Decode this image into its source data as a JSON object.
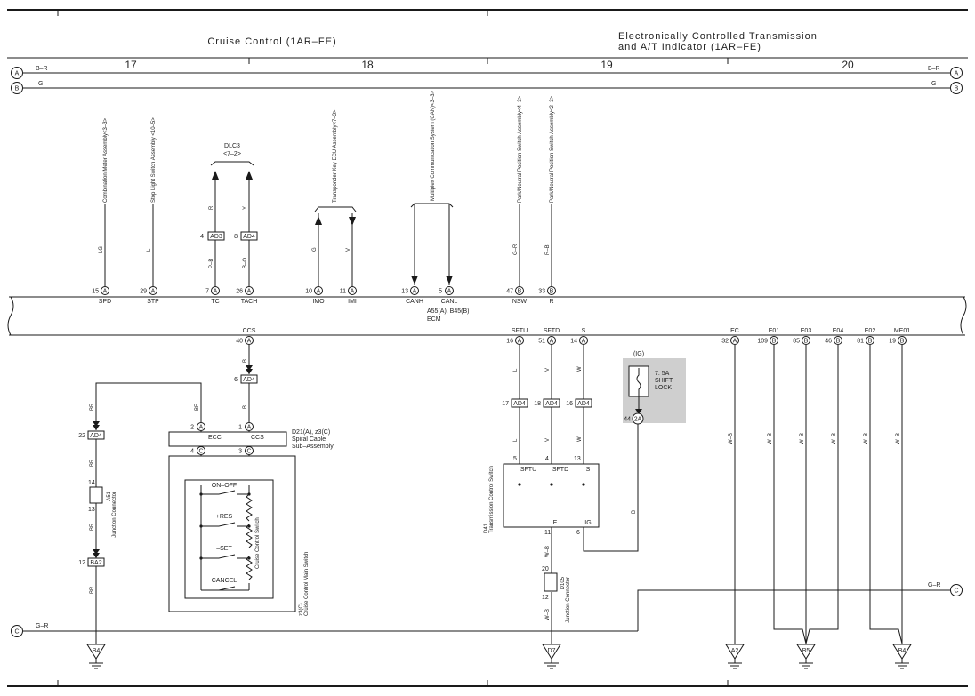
{
  "headers": {
    "left": "Cruise Control (1AR–FE)",
    "right_line1": "Electronically Controlled Transmission",
    "right_line2": "and A/T Indicator (1AR–FE)"
  },
  "columns": [
    "17",
    "18",
    "19",
    "20"
  ],
  "rails": {
    "A": "A",
    "B": "B",
    "C": "C",
    "wire_a": "B–R",
    "wire_b": "G",
    "wire_c": "G–R"
  },
  "ecm": {
    "name": "A55(A), B45(B)",
    "sub": "ECM"
  },
  "ecm_top_pins": [
    {
      "num": "15",
      "pin": "A",
      "name": "SPD",
      "wire": "LG",
      "dest": "Combination Meter Assembly<3–3>"
    },
    {
      "num": "29",
      "pin": "A",
      "name": "STP",
      "wire": "L",
      "dest": "Stop Light Switch Assembly <10–5>"
    },
    {
      "num": "7",
      "pin": "A",
      "name": "TC",
      "wire": "P–B",
      "conn": "AD3",
      "cnum": "4",
      "upwire": "R"
    },
    {
      "num": "26",
      "pin": "A",
      "name": "TACH",
      "wire": "B–O",
      "conn": "AD4",
      "cnum": "8",
      "upwire": "Y"
    },
    {
      "num": "10",
      "pin": "A",
      "name": "IMO",
      "wire": "G",
      "dest": "Transponder Key ECU Assembly<7–3>"
    },
    {
      "num": "11",
      "pin": "A",
      "name": "IMI",
      "wire": "V"
    },
    {
      "num": "13",
      "pin": "A",
      "name": "CANH"
    },
    {
      "num": "5",
      "pin": "A",
      "name": "CANL",
      "dest": "Multiplex Communication System (CAN)<3–3>"
    },
    {
      "num": "47",
      "pin": "B",
      "name": "NSW",
      "wire": "G–R",
      "dest": "Park/Neutral Position Switch Assembly<4–3>"
    },
    {
      "num": "33",
      "pin": "B",
      "name": "R",
      "wire": "R–B",
      "dest": "Park/Neutral Position Switch Assembly<2–3>"
    }
  ],
  "dlc": {
    "name": "DLC3",
    "ref": "<7–2>"
  },
  "ecm_bottom_pins": [
    {
      "num": "40",
      "pin": "A",
      "name": "CCS"
    },
    {
      "num": "16",
      "pin": "A",
      "name": "SFTU"
    },
    {
      "num": "51",
      "pin": "A",
      "name": "SFTD"
    },
    {
      "num": "14",
      "pin": "A",
      "name": "S"
    },
    {
      "num": "32",
      "pin": "A",
      "name": "EC"
    },
    {
      "num": "109",
      "pin": "B",
      "name": "E01"
    },
    {
      "num": "85",
      "pin": "B",
      "name": "E03"
    },
    {
      "num": "46",
      "pin": "B",
      "name": "E04"
    },
    {
      "num": "81",
      "pin": "B",
      "name": "E02"
    },
    {
      "num": "19",
      "pin": "B",
      "name": "ME01"
    }
  ],
  "spiral": {
    "name": "D21(A), z3(C)",
    "sub": "Spiral Cable",
    "sub2": "Sub–Assembly",
    "ecc": "ECC",
    "ccs": "CCS",
    "p2": "2",
    "p1": "1",
    "p4": "4",
    "p3": "3"
  },
  "cruise_switch": {
    "name": "z3(C)",
    "sub": "Cruise Control Main Switch",
    "inner": "Cruise Control Switch",
    "items": [
      "ON–OFF",
      "+RES",
      "–SET",
      "CANCEL"
    ]
  },
  "junction_a": {
    "name": "A51",
    "sub": "Junction Connector",
    "top": "14",
    "bot": "13"
  },
  "junction_d": {
    "name": "D105",
    "sub": "Junction Connector",
    "top": "20",
    "bot": "12"
  },
  "trans_switch": {
    "name": "D41",
    "sub": "Transmission Control Switch",
    "sftu": "SFTU",
    "sftd": "SFTD",
    "s": "S",
    "e": "E",
    "ig": "IG",
    "p5": "5",
    "p4": "4",
    "p13": "13",
    "p11": "11",
    "p6": "6"
  },
  "fuse": {
    "source": "(IG)",
    "rating": "7. 5A",
    "l1": "SHIFT",
    "l2": "LOCK",
    "num": "44",
    "conn": "2A"
  },
  "connectors": {
    "ad4": "AD4",
    "ba2": "BA2",
    "n6": "6",
    "n22": "22",
    "n12": "12",
    "n17": "17",
    "n18": "18",
    "n16": "16"
  },
  "wires": {
    "b": "B",
    "br": "BR",
    "l": "L",
    "v": "V",
    "w": "W",
    "wb": "W–B"
  },
  "grounds": [
    "B4",
    "D7",
    "A2",
    "B5",
    "B4"
  ],
  "colors": {
    "fuse_bg": "#cfcfcf",
    "line": "#1a1a1a"
  }
}
